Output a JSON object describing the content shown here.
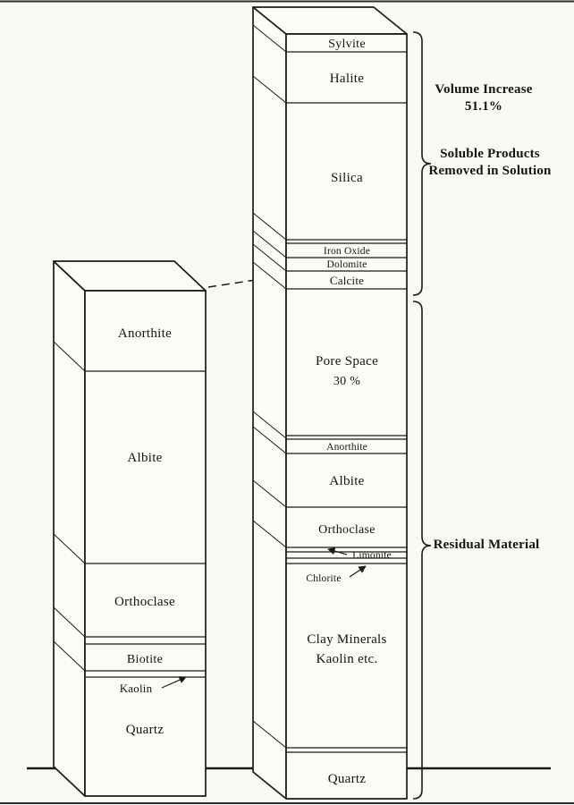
{
  "figure": {
    "description": "Two 3D prism columns comparing original rock minerals to weathered residual material",
    "left_column": {
      "segments": {
        "anorthite": "Anorthite",
        "albite": "Albite",
        "orthoclase": "Orthoclase",
        "biotite": "Biotite",
        "kaolin": "Kaolin",
        "quartz": "Quartz"
      }
    },
    "right_column": {
      "segments": {
        "sylvite": "Sylvite",
        "halite": "Halite",
        "silica": "Silica",
        "iron_oxide": "Iron Oxide",
        "dolomite": "Dolomite",
        "calcite": "Calcite",
        "pore_space": "Pore Space",
        "pore_space_pct": "30 %",
        "anorthite": "Anorthite",
        "albite": "Albite",
        "orthoclase": "Orthoclase",
        "limonite": "Limonite",
        "chlorite": "Chlorite",
        "clay_minerals_line1": "Clay Minerals",
        "clay_minerals_line2": "Kaolin etc.",
        "quartz": "Quartz"
      }
    },
    "annotations": {
      "volume_increase_line1": "Volume Increase",
      "volume_increase_line2": "51.1%",
      "soluble_line1": "Soluble Products",
      "soluble_line2": "Removed in Solution",
      "residual": "Residual Material"
    },
    "colors": {
      "ink": "#1a1a1a",
      "paper": "#f9f9f6"
    }
  }
}
